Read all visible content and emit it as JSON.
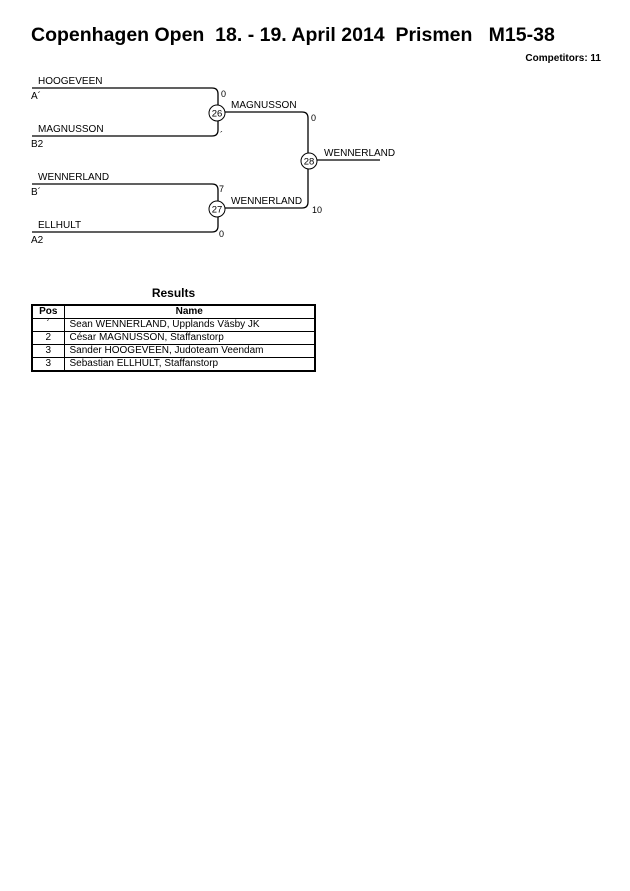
{
  "header": {
    "title": "Copenhagen Open  18. - 19. April 2014  Prismen   M15-38",
    "competitors": "Competitors: 11"
  },
  "bracket": {
    "entries": [
      {
        "name": "HOOGEVEEN",
        "seed": "A´",
        "score": "0"
      },
      {
        "name": "MAGNUSSON",
        "seed": "B2",
        "score": "´"
      },
      {
        "name": "WENNERLAND",
        "seed": "B´",
        "score": "7"
      },
      {
        "name": "ELLHULT",
        "seed": "A2",
        "score": "0"
      }
    ],
    "matches": [
      {
        "number": "26",
        "winner": "MAGNUSSON",
        "score": "0"
      },
      {
        "number": "27",
        "winner": "WENNERLAND",
        "score": "10"
      },
      {
        "number": "28",
        "winner": "WENNERLAND"
      }
    ]
  },
  "results": {
    "title": "Results",
    "columns": [
      "Pos",
      "Name"
    ],
    "rows": [
      {
        "pos": "´",
        "name": "Sean WENNERLAND, Upplands Väsby JK"
      },
      {
        "pos": "2",
        "name": "César MAGNUSSON, Staffanstorp"
      },
      {
        "pos": "3",
        "name": "Sander HOOGEVEEN, Judoteam Veendam"
      },
      {
        "pos": "3",
        "name": "Sebastian ELLHULT, Staffanstorp"
      }
    ]
  }
}
